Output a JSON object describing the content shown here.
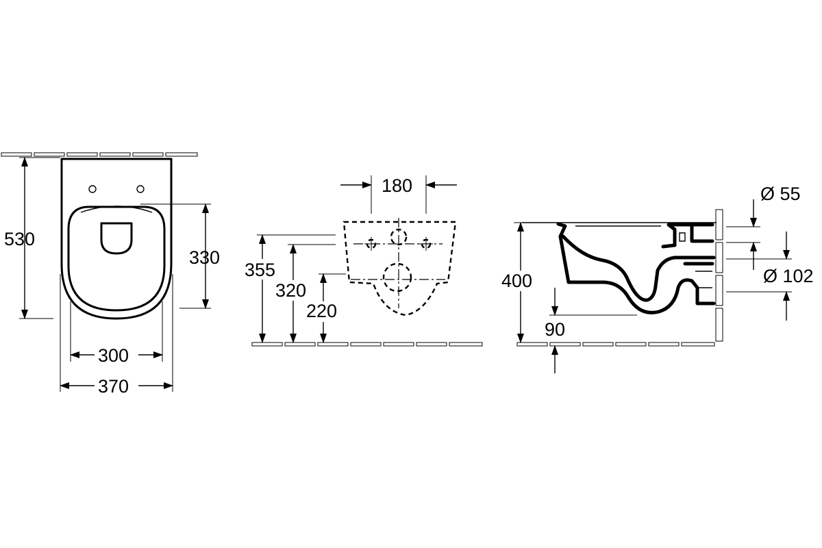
{
  "dimensions": {
    "front_height": "530",
    "front_seat_height": "330",
    "front_inner_width": "300",
    "front_outer_width": "370",
    "back_fixing_spacing": "180",
    "back_height_355": "355",
    "back_height_320": "320",
    "back_height_220": "220",
    "side_height": "400",
    "side_offset": "90",
    "side_inlet_dia": "Ø 55",
    "side_outlet_dia": "Ø 102"
  }
}
